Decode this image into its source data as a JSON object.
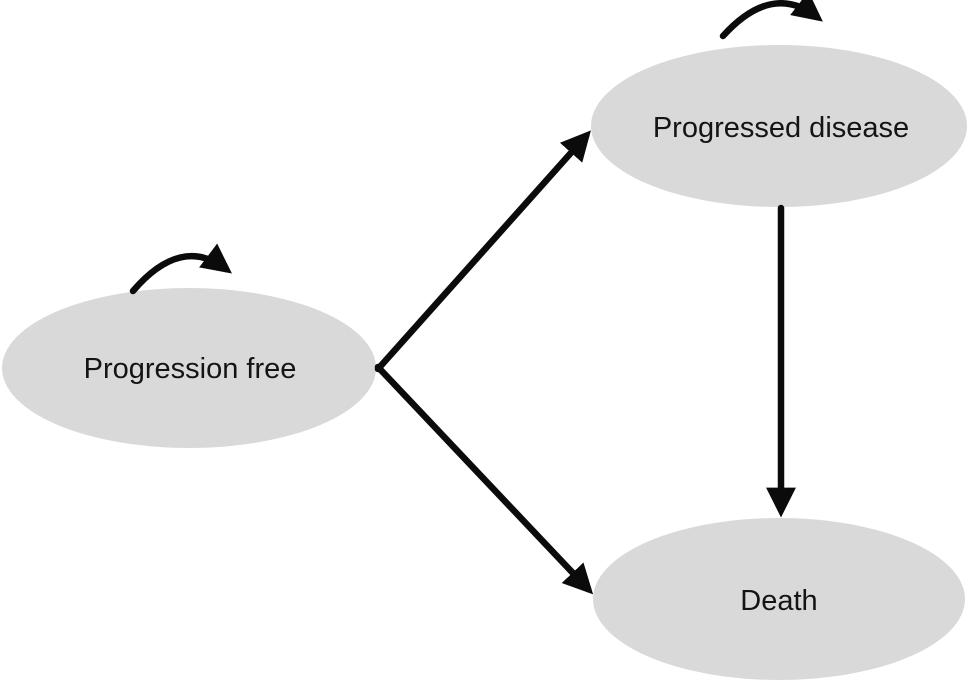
{
  "diagram": {
    "type": "state-transition-diagram",
    "background_color": "#ffffff",
    "colors": {
      "node_fill": "#d9d9d9",
      "arrow": "#0b0b0b",
      "text": "#141414"
    },
    "states": [
      {
        "id": "progression-free",
        "label": "Progression free",
        "has_self_loop": true
      },
      {
        "id": "progressed-disease",
        "label": "Progressed disease",
        "has_self_loop": true
      },
      {
        "id": "death",
        "label": "Death",
        "has_self_loop": false
      }
    ],
    "transitions": [
      {
        "from": "Progression free",
        "to": "Progression free",
        "kind": "self-loop"
      },
      {
        "from": "Progression free",
        "to": "Progressed disease",
        "kind": "straight"
      },
      {
        "from": "Progression free",
        "to": "Death",
        "kind": "straight"
      },
      {
        "from": "Progressed disease",
        "to": "Progressed disease",
        "kind": "self-loop"
      },
      {
        "from": "Progressed disease",
        "to": "Death",
        "kind": "straight"
      }
    ]
  }
}
